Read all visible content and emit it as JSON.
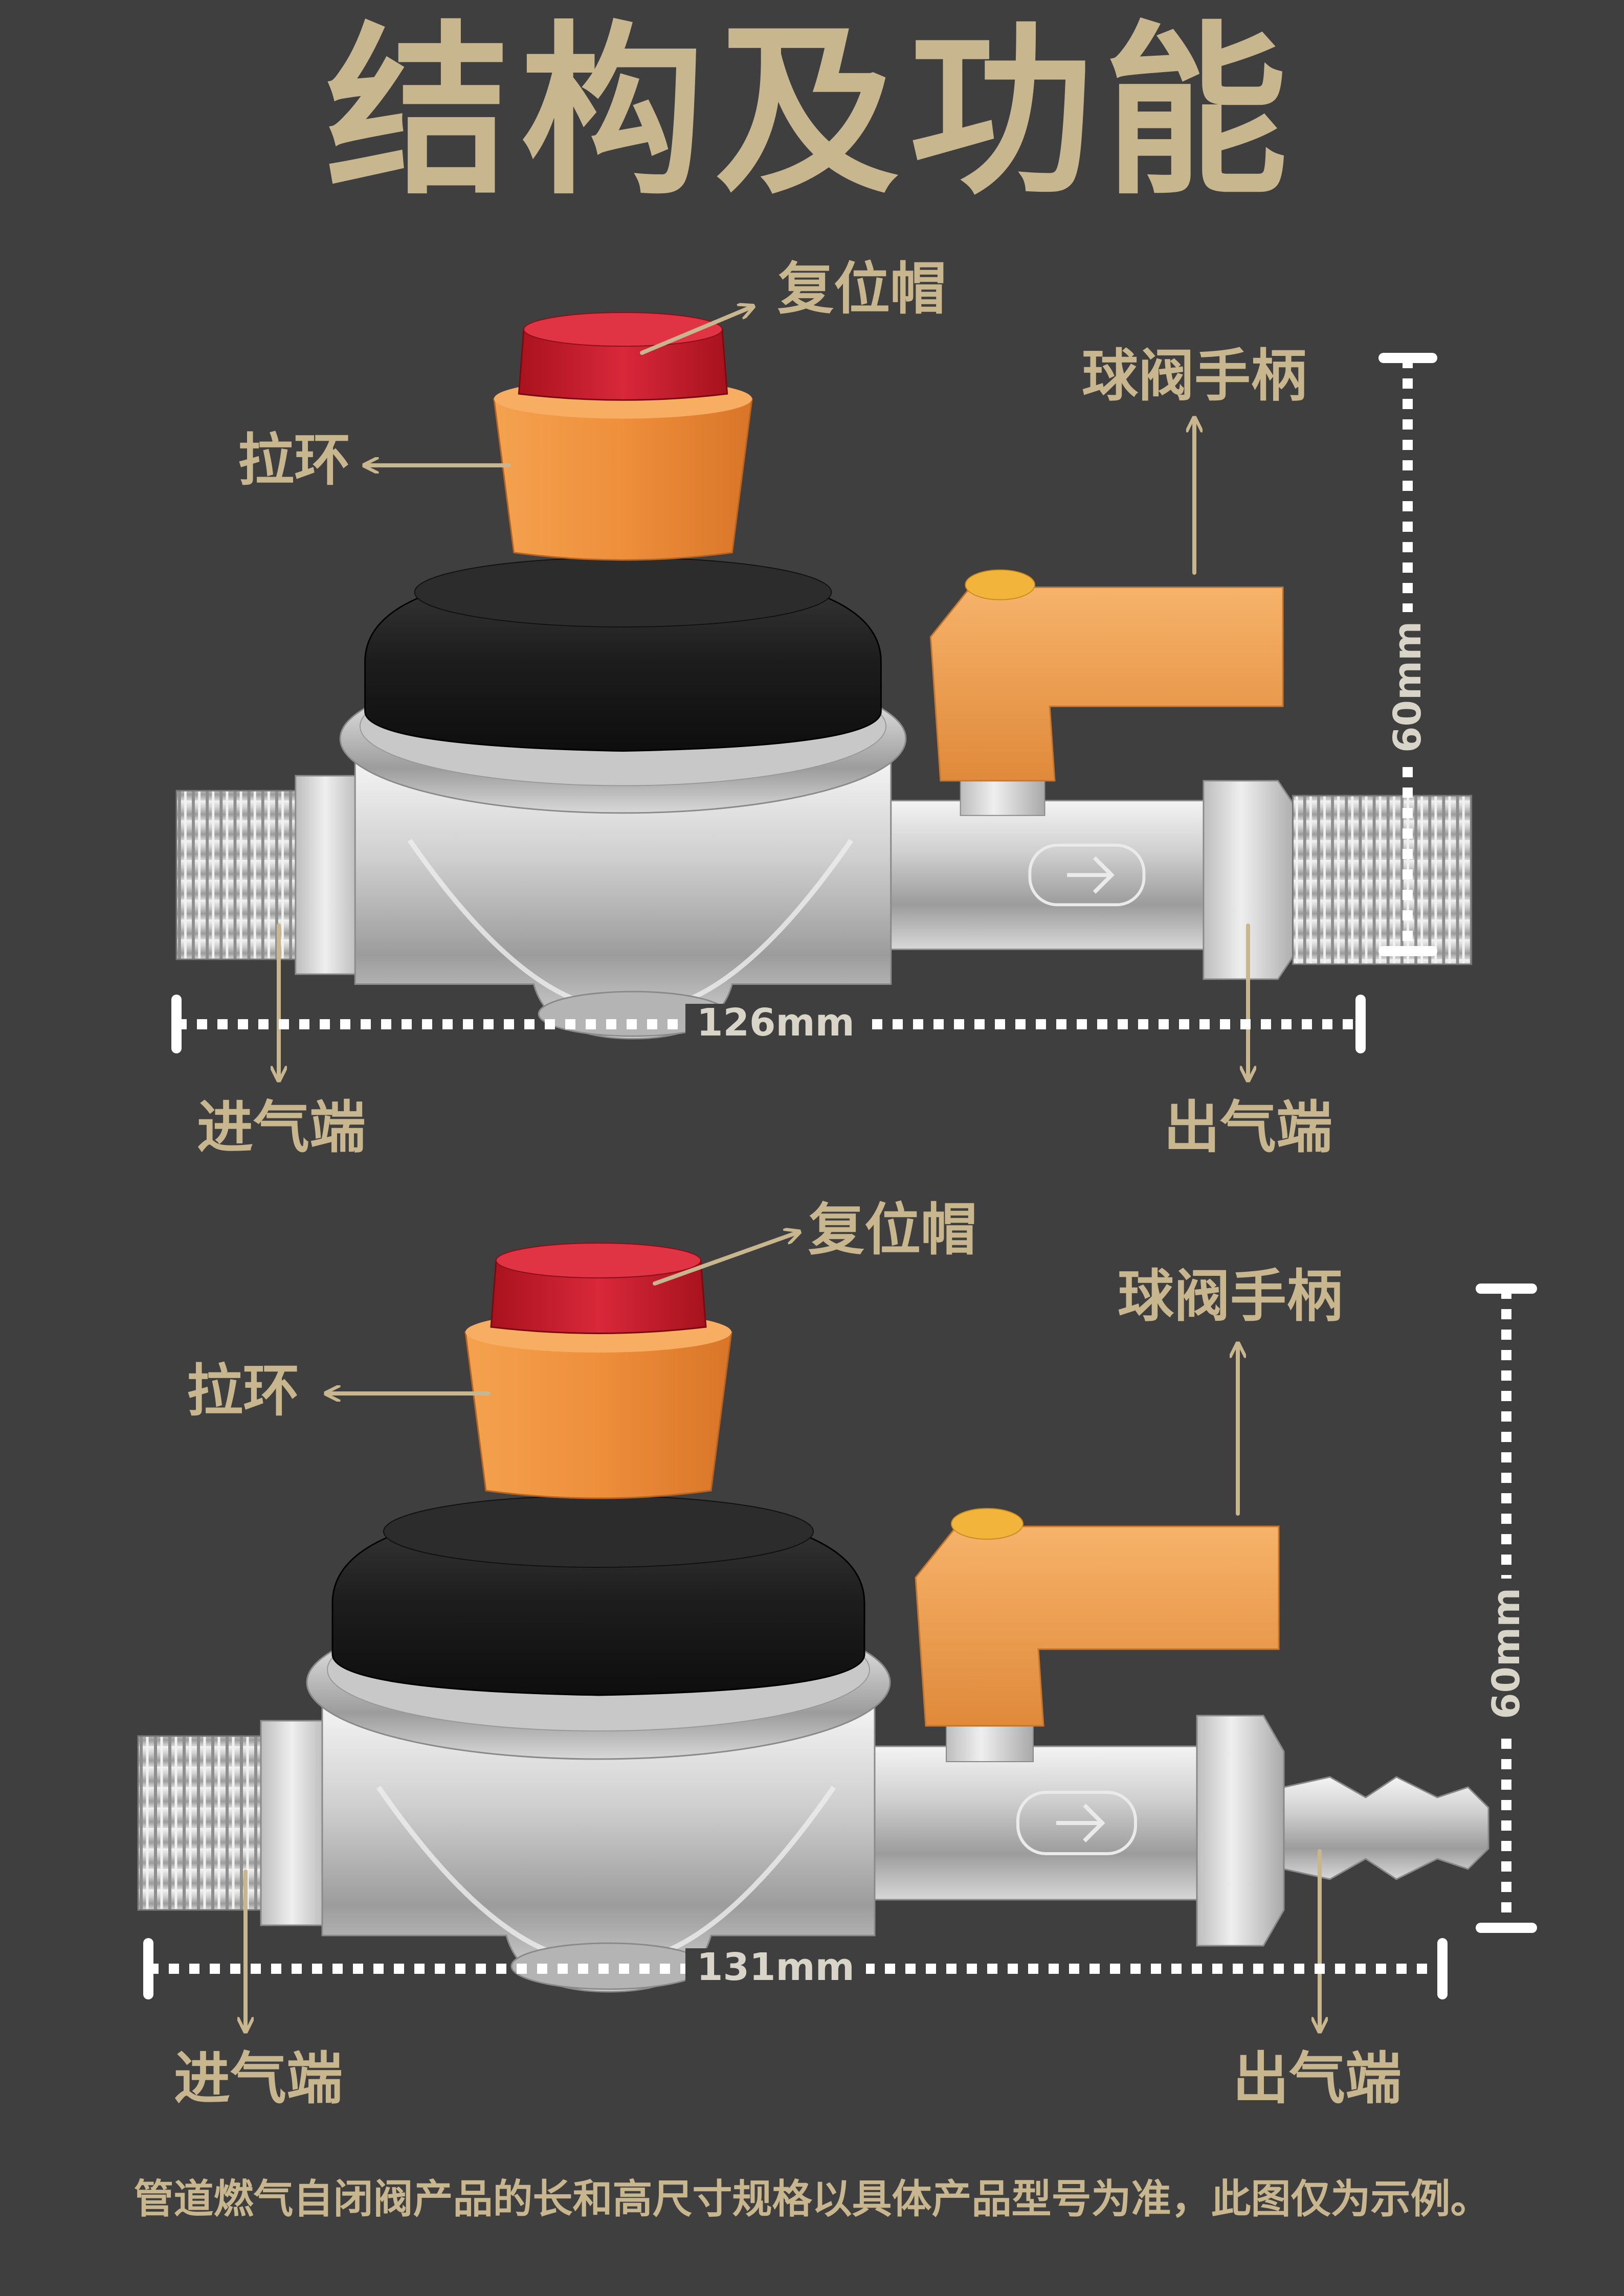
{
  "title": "结构及功能",
  "colors": {
    "background": "#3f3f3f",
    "label": "#c8b68e",
    "dimension_line": "#ffffff",
    "dimension_text": "#d9d4c8",
    "reset_cap": "#c51d2a",
    "pull_ring": "#ee8f3c",
    "handle": "#f0a04f",
    "body": "#c9c9c9"
  },
  "diagram_top": {
    "labels": {
      "reset_cap": "复位帽",
      "pull_ring": "拉环",
      "ball_valve_handle": "球阀手柄",
      "inlet": "进气端",
      "outlet": "出气端"
    },
    "length": "126mm",
    "height": "60mm"
  },
  "diagram_bottom": {
    "labels": {
      "reset_cap": "复位帽",
      "pull_ring": "拉环",
      "ball_valve_handle": "球阀手柄",
      "inlet": "进气端",
      "outlet": "出气端"
    },
    "length": "131mm",
    "height": "60mm"
  },
  "footnote": "管道燃气自闭阀产品的长和高尺寸规格以具体产品型号为准，此图仅为示例。"
}
